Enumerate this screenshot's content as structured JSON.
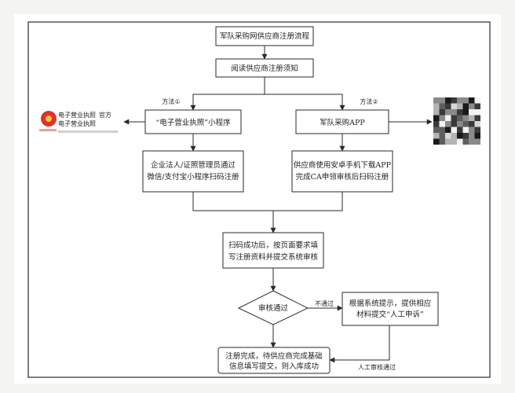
{
  "diagram": {
    "title": "军队采购网供应商注册流程",
    "notice": "阅读供应商注册须知",
    "method1_label": "方法①",
    "method2_label": "方法②",
    "miniprogram": "“电子营业执照”小程序",
    "app": "军队采购APP",
    "step_left": [
      "企业法人/证照管理员通过",
      "微信/支付宝小程序扫码注册"
    ],
    "step_right": [
      "供应商使用安卓手机下载APP",
      "完成CA申领审核后扫码注册"
    ],
    "scan_success": [
      "扫码成功后，按页面要求填",
      "写注册资料并提交系统审核"
    ],
    "review": "审核通过",
    "fail_label": "不通过",
    "appeal": [
      "根据系统提示，提供相应",
      "材料提交“人工申诉”"
    ],
    "manual_pass": "人工审核通过",
    "done": [
      "注册完成，待供应商完成基础",
      "信息填写提交，则入库成功"
    ]
  },
  "license_logo": {
    "title": "电子营业执照",
    "subtitle": "电子营业执照",
    "badge": "官方"
  },
  "colors": {
    "stroke": "#2a2a2a",
    "logo_red": "#e0322b",
    "background": "#ffffff"
  },
  "qr_code": {
    "icon": "qr-code-icon"
  }
}
